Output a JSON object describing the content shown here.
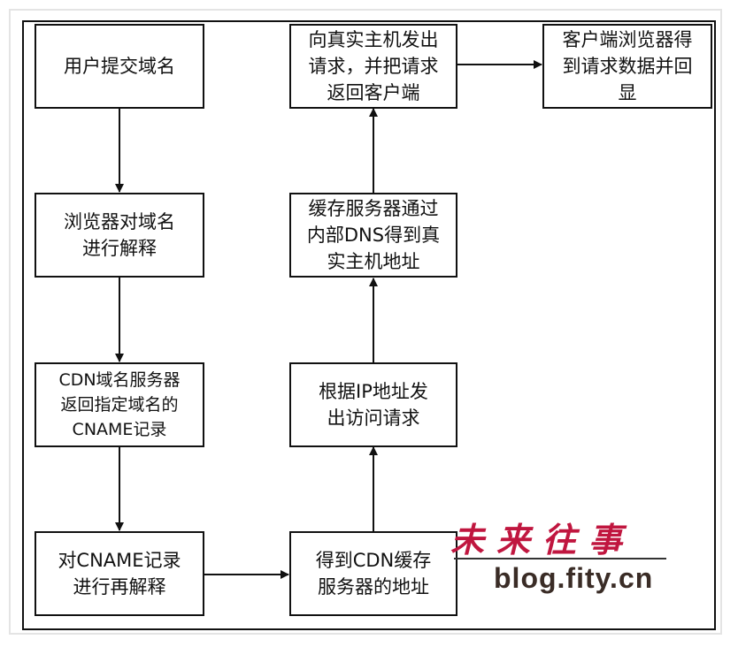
{
  "boxes": {
    "submit_domain": [
      "用户提交域名"
    ],
    "browser_resolve": [
      "浏览器对域名",
      "进行解释"
    ],
    "cdn_dns_cname": [
      "CDN域名服务器",
      "返回指定域名的",
      "CNAME记录"
    ],
    "resolve_cname": [
      "对CNAME记录",
      "进行再解释"
    ],
    "get_cache_address": [
      "得到CDN缓存",
      "服务器的地址"
    ],
    "request_by_ip": [
      "根据IP地址发",
      "出访问请求"
    ],
    "cache_internal_dns": [
      "缓存服务器通过",
      "内部DNS得到真",
      "实主机地址"
    ],
    "request_real_host": [
      "向真实主机发出",
      "请求，并把请求",
      "返回客户端"
    ],
    "client_receives": [
      "客户端浏览器得",
      "到请求数据并回",
      "显"
    ]
  },
  "watermark": {
    "title": "未来往事",
    "url": "blog.fity.cn",
    "title_color": "#c0163f"
  }
}
